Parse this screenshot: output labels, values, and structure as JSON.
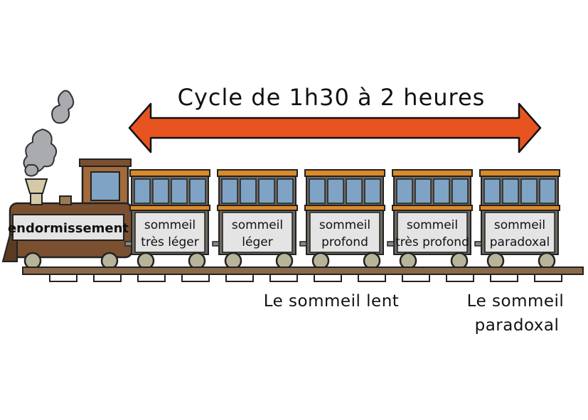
{
  "title": "Cycle de 1h30 à 2 heures",
  "engine": {
    "label": "endormissement"
  },
  "cars": [
    {
      "line1": "sommeil",
      "line2": "très léger"
    },
    {
      "line1": "sommeil",
      "line2": "léger"
    },
    {
      "line1": "sommeil",
      "line2": "profond"
    },
    {
      "line1": "sommeil",
      "line2": "très profond"
    },
    {
      "line1": "sommeil",
      "line2": "paradoxal"
    }
  ],
  "groups": {
    "slow_sleep": "Le sommeil lent",
    "paradoxical_line1": "Le sommeil",
    "paradoxical_line2": "paradoxal"
  },
  "colors": {
    "arrow": "#e8541f",
    "car_roof": "#d98b2b",
    "car_body": "#6f6a63",
    "window": "#7fa3c4",
    "panel": "#e4e4e4",
    "engine_body": "#7a5030",
    "engine_cab": "#a36a3a",
    "wheel": "#b8b49a",
    "rail": "#8a6a4a",
    "smoke": "#a9abae"
  },
  "icons": {
    "arrow": "double-headed-arrow-icon",
    "smoke": "smoke-icon",
    "train": "steam-train-icon"
  }
}
